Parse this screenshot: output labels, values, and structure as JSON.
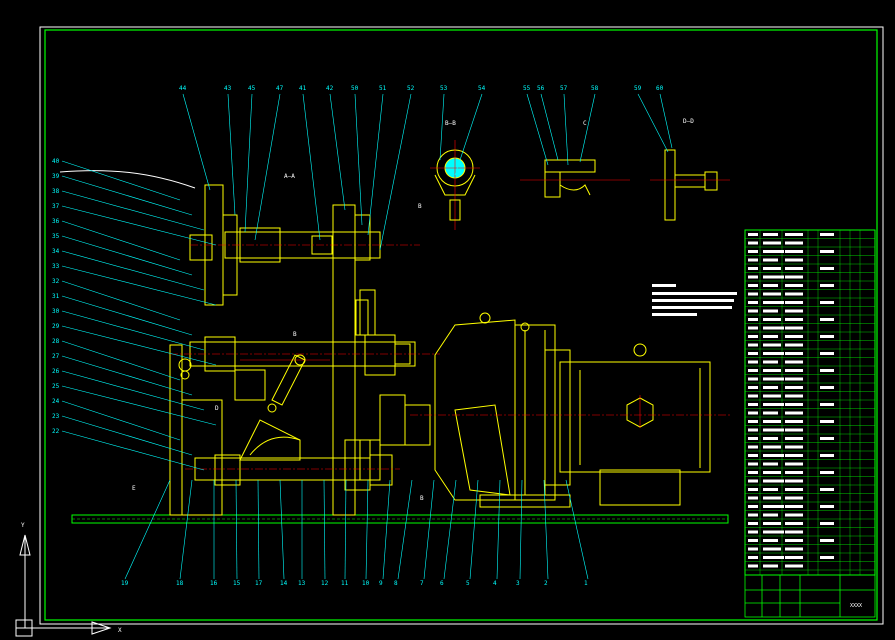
{
  "drawing": {
    "section_main": "A—A",
    "section_b": "B—B",
    "section_c": "C",
    "section_d": "D—D",
    "detail_e": "E",
    "marker_d": "D",
    "marker_b_top": "B",
    "marker_b_mid": "B",
    "marker_b_low": "B",
    "title_block_name": "XXXX"
  },
  "balloons_top": [
    "44",
    "43",
    "45",
    "47",
    "41",
    "42",
    "50",
    "51",
    "52",
    "53",
    "54",
    "55",
    "56",
    "57",
    "58",
    "59",
    "60"
  ],
  "balloons_left": [
    "40",
    "39",
    "38",
    "37",
    "36",
    "35",
    "34",
    "33",
    "32",
    "31",
    "30",
    "29",
    "28",
    "27",
    "26",
    "25",
    "24",
    "23",
    "22"
  ],
  "balloons_bottom": [
    "19",
    "18",
    "16",
    "15",
    "17",
    "14",
    "13",
    "12",
    "11",
    "10",
    "9",
    "8",
    "7",
    "6",
    "5",
    "4",
    "3",
    "2",
    "1"
  ],
  "ucs": {
    "y_label": "Y",
    "x_label": "X"
  },
  "colors": {
    "background": "#000000",
    "frame": "#00ff00",
    "yellow": "#ffff00",
    "cyan": "#00ffff",
    "white": "#ffffff",
    "red": "#ff0000",
    "green": "#00ff00"
  }
}
